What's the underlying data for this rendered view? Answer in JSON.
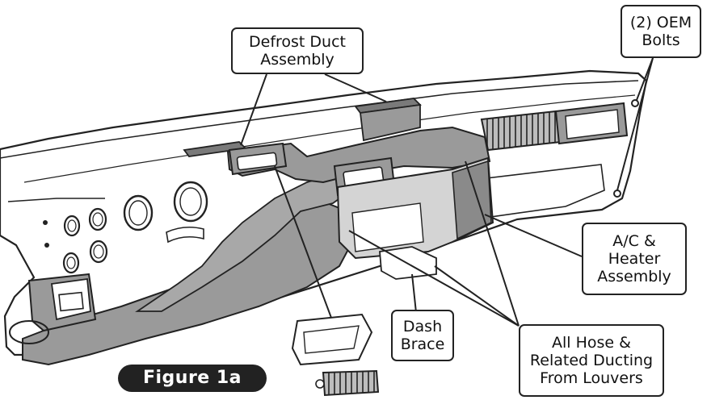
{
  "callouts": {
    "defrost_duct": {
      "line1": "Defrost Duct",
      "line2": "Assembly"
    },
    "oem_bolts": {
      "line1": "(2) OEM",
      "line2": "Bolts"
    },
    "ac_heater": {
      "line1": "A/C &",
      "line2": "Heater",
      "line3": "Assembly"
    },
    "dash_brace": {
      "line1": "Dash",
      "line2": "Brace"
    },
    "hose_ducting": {
      "line1": "All Hose &",
      "line2": "Related Ducting",
      "line3": "From Louvers"
    }
  },
  "figure_label": "Figure 1a",
  "colors": {
    "outline": "#222222",
    "duct_fill": "#9a9a9a",
    "panel_fill": "#ffffff",
    "heater_fill": "#d4d4d4"
  }
}
